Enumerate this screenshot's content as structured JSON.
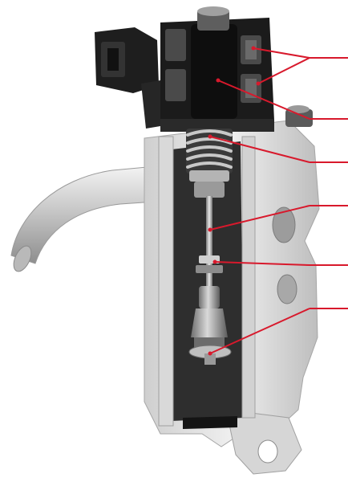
{
  "colors": {
    "background": "#ffffff",
    "callout": "#d8192c",
    "metal_light": "#e4e4e4",
    "metal_mid": "#bcbcbc",
    "metal_dark": "#7a7a7a",
    "cavity": "#2b2b2b",
    "coil_black": "#1a1a1a"
  },
  "callouts": [
    {
      "id": "coil",
      "label": ""
    },
    {
      "id": "armature",
      "label": ""
    },
    {
      "id": "spring",
      "label": ""
    },
    {
      "id": "valve-stem",
      "label": ""
    },
    {
      "id": "stem-seal",
      "label": ""
    },
    {
      "id": "valve-disc",
      "label": ""
    }
  ]
}
